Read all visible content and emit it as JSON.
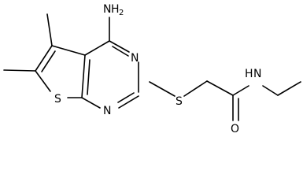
{
  "molecule": {
    "atoms": {
      "amino": {
        "element": "N",
        "hydrogens": "H",
        "hydrogen_count": "2"
      },
      "n_ring_upper": {
        "element": "N"
      },
      "n_ring_lower": {
        "element": "N"
      },
      "s_thiophene": {
        "element": "S"
      },
      "s_thioether": {
        "element": "S"
      },
      "o_carbonyl": {
        "element": "O"
      },
      "n_amide": {
        "element": "N",
        "hydrogens": "H"
      }
    }
  }
}
